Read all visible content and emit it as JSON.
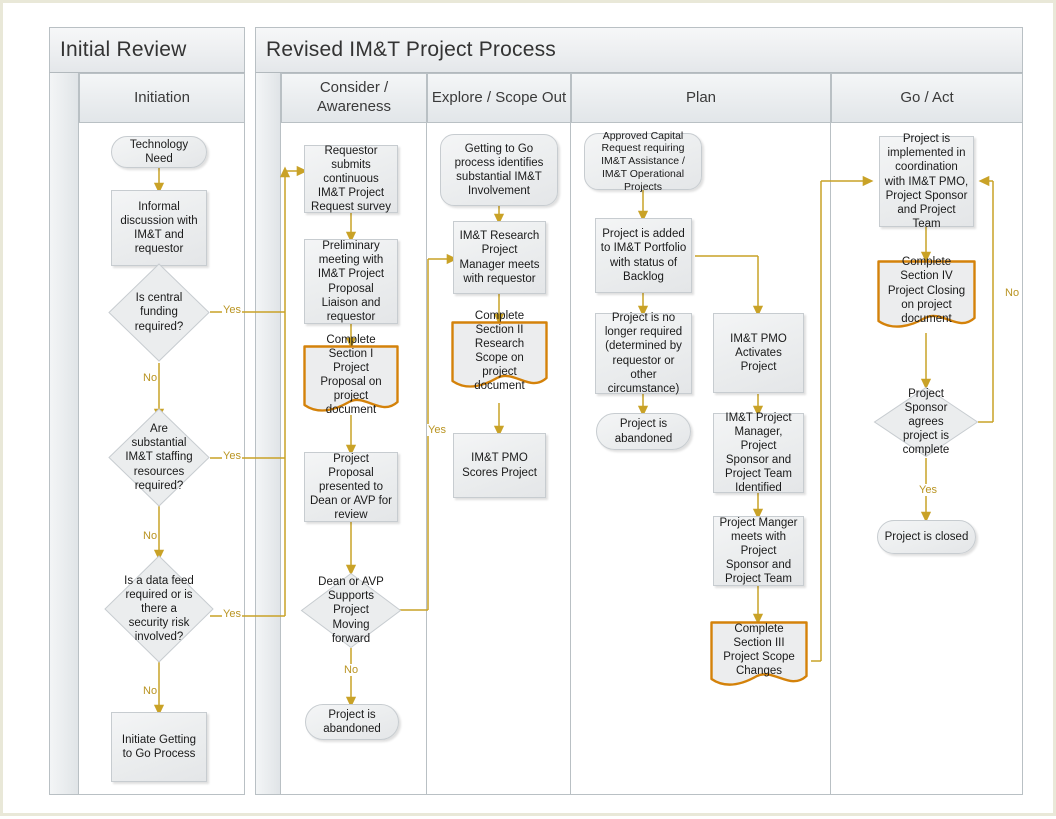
{
  "diagram": {
    "type": "swimlane-flowchart",
    "pools": [
      {
        "id": "initial",
        "title": "Initial Review",
        "lanes": [
          {
            "label": "Initiation"
          }
        ]
      },
      {
        "id": "revised",
        "title": "Revised IM&T Project Process",
        "lanes": [
          {
            "label": "Consider / Awareness"
          },
          {
            "label": "Explore / Scope Out"
          },
          {
            "label": "Plan"
          },
          {
            "label": "Go / Act"
          }
        ]
      }
    ],
    "nodes": [
      {
        "id": "n1",
        "lane": "Initiation",
        "shape": "terminator",
        "text": "Technology Need"
      },
      {
        "id": "n2",
        "lane": "Initiation",
        "shape": "process",
        "text": "Informal discussion with IM&T and requestor"
      },
      {
        "id": "n3",
        "lane": "Initiation",
        "shape": "decision",
        "text": "Is central funding required?"
      },
      {
        "id": "n4",
        "lane": "Initiation",
        "shape": "decision",
        "text": "Are substantial IM&T staffing resources required?"
      },
      {
        "id": "n5",
        "lane": "Initiation",
        "shape": "decision",
        "text": "Is a data feed required or is there a security risk involved?"
      },
      {
        "id": "n6",
        "lane": "Initiation",
        "shape": "process",
        "text": "Initiate Getting to Go Process"
      },
      {
        "id": "c1",
        "lane": "Consider / Awareness",
        "shape": "process",
        "text": "Requestor submits continuous IM&T Project Request survey"
      },
      {
        "id": "c2",
        "lane": "Consider / Awareness",
        "shape": "process",
        "text": "Preliminary meeting with IM&T Project Proposal Liaison and requestor"
      },
      {
        "id": "c3",
        "lane": "Consider / Awareness",
        "shape": "document",
        "text": "Complete Section I Project Proposal on project document"
      },
      {
        "id": "c4",
        "lane": "Consider / Awareness",
        "shape": "process",
        "text": "Project Proposal presented to Dean or AVP for review"
      },
      {
        "id": "c5",
        "lane": "Consider / Awareness",
        "shape": "decision",
        "text": "Dean or AVP Supports Project Moving forward"
      },
      {
        "id": "c6",
        "lane": "Consider / Awareness",
        "shape": "terminator",
        "text": "Project is abandoned"
      },
      {
        "id": "e1",
        "lane": "Explore / Scope Out",
        "shape": "roundrect",
        "text": "Getting to Go process identifies substantial IM&T Involvement"
      },
      {
        "id": "e2",
        "lane": "Explore / Scope Out",
        "shape": "process",
        "text": "IM&T Research Project Manager meets with requestor"
      },
      {
        "id": "e3",
        "lane": "Explore / Scope Out",
        "shape": "document",
        "text": "Complete Section II Research Scope on project document"
      },
      {
        "id": "e4",
        "lane": "Explore / Scope Out",
        "shape": "process",
        "text": "IM&T PMO Scores Project"
      },
      {
        "id": "p1",
        "lane": "Plan",
        "shape": "roundrect",
        "text": "Approved Capital Request requiring IM&T Assistance / IM&T Operational Projects"
      },
      {
        "id": "p2",
        "lane": "Plan",
        "shape": "process",
        "text": "Project is added to IM&T Portfolio with status of Backlog"
      },
      {
        "id": "p3",
        "lane": "Plan",
        "shape": "process",
        "text": "Project is no longer required (determined by requestor or other circumstance)"
      },
      {
        "id": "p4",
        "lane": "Plan",
        "shape": "terminator",
        "text": "Project is abandoned"
      },
      {
        "id": "p5",
        "lane": "Plan",
        "shape": "process",
        "text": "IM&T PMO Activates Project"
      },
      {
        "id": "p6",
        "lane": "Plan",
        "shape": "process",
        "text": "IM&T Project Manager, Project Sponsor and Project Team Identified"
      },
      {
        "id": "p7",
        "lane": "Plan",
        "shape": "process",
        "text": "Project Manger meets with Project Sponsor and Project Team"
      },
      {
        "id": "p8",
        "lane": "Plan",
        "shape": "document",
        "text": "Complete Section III Project Scope Changes"
      },
      {
        "id": "g1",
        "lane": "Go / Act",
        "shape": "process",
        "text": "Project is implemented in coordination with IM&T PMO, Project Sponsor and Project Team"
      },
      {
        "id": "g2",
        "lane": "Go / Act",
        "shape": "document",
        "text": "Complete Section IV Project Closing on project document"
      },
      {
        "id": "g3",
        "lane": "Go / Act",
        "shape": "decision",
        "text": "Project Sponsor agrees project is complete"
      },
      {
        "id": "g4",
        "lane": "Go / Act",
        "shape": "terminator",
        "text": "Project is closed"
      }
    ],
    "edge_labels": [
      {
        "id": "y1",
        "text": "Yes"
      },
      {
        "id": "n1",
        "text": "No"
      },
      {
        "id": "y2",
        "text": "Yes"
      },
      {
        "id": "n2",
        "text": "No"
      },
      {
        "id": "y3",
        "text": "Yes"
      },
      {
        "id": "n3",
        "text": "No"
      },
      {
        "id": "y4",
        "text": "Yes"
      },
      {
        "id": "n4",
        "text": "No"
      },
      {
        "id": "y5",
        "text": "Yes"
      },
      {
        "id": "n5",
        "text": "No"
      }
    ],
    "colors": {
      "connector": "#c9a227",
      "document_border": "#d4820a",
      "lane_border": "#b9c0c4",
      "frame": "#e9e8d8",
      "shape_fill": "#ececee"
    }
  }
}
